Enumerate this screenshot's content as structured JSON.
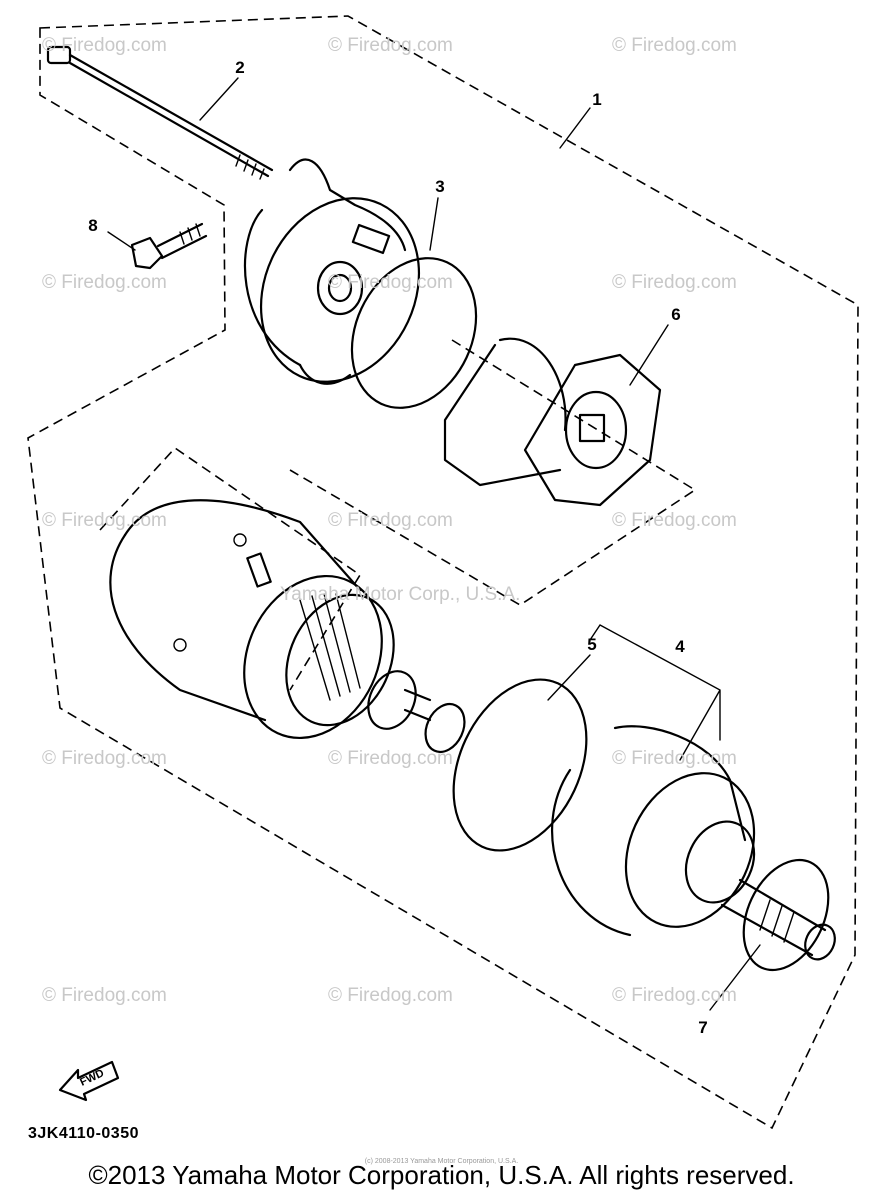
{
  "watermarks": {
    "firedog": "© Firedog.com",
    "yamaha": "Yamaha Motor Corp., U.S.A."
  },
  "callouts": [
    "1",
    "2",
    "3",
    "4",
    "5",
    "6",
    "7",
    "8"
  ],
  "fwd_label": "FWD",
  "diagram_code": "3JK4110-0350",
  "tiny_text": "(c) 2008-2013 Yamaha Motor Corporation, U.S.A.",
  "copyright": "©2013 Yamaha Motor Corporation, U.S.A. All rights reserved."
}
